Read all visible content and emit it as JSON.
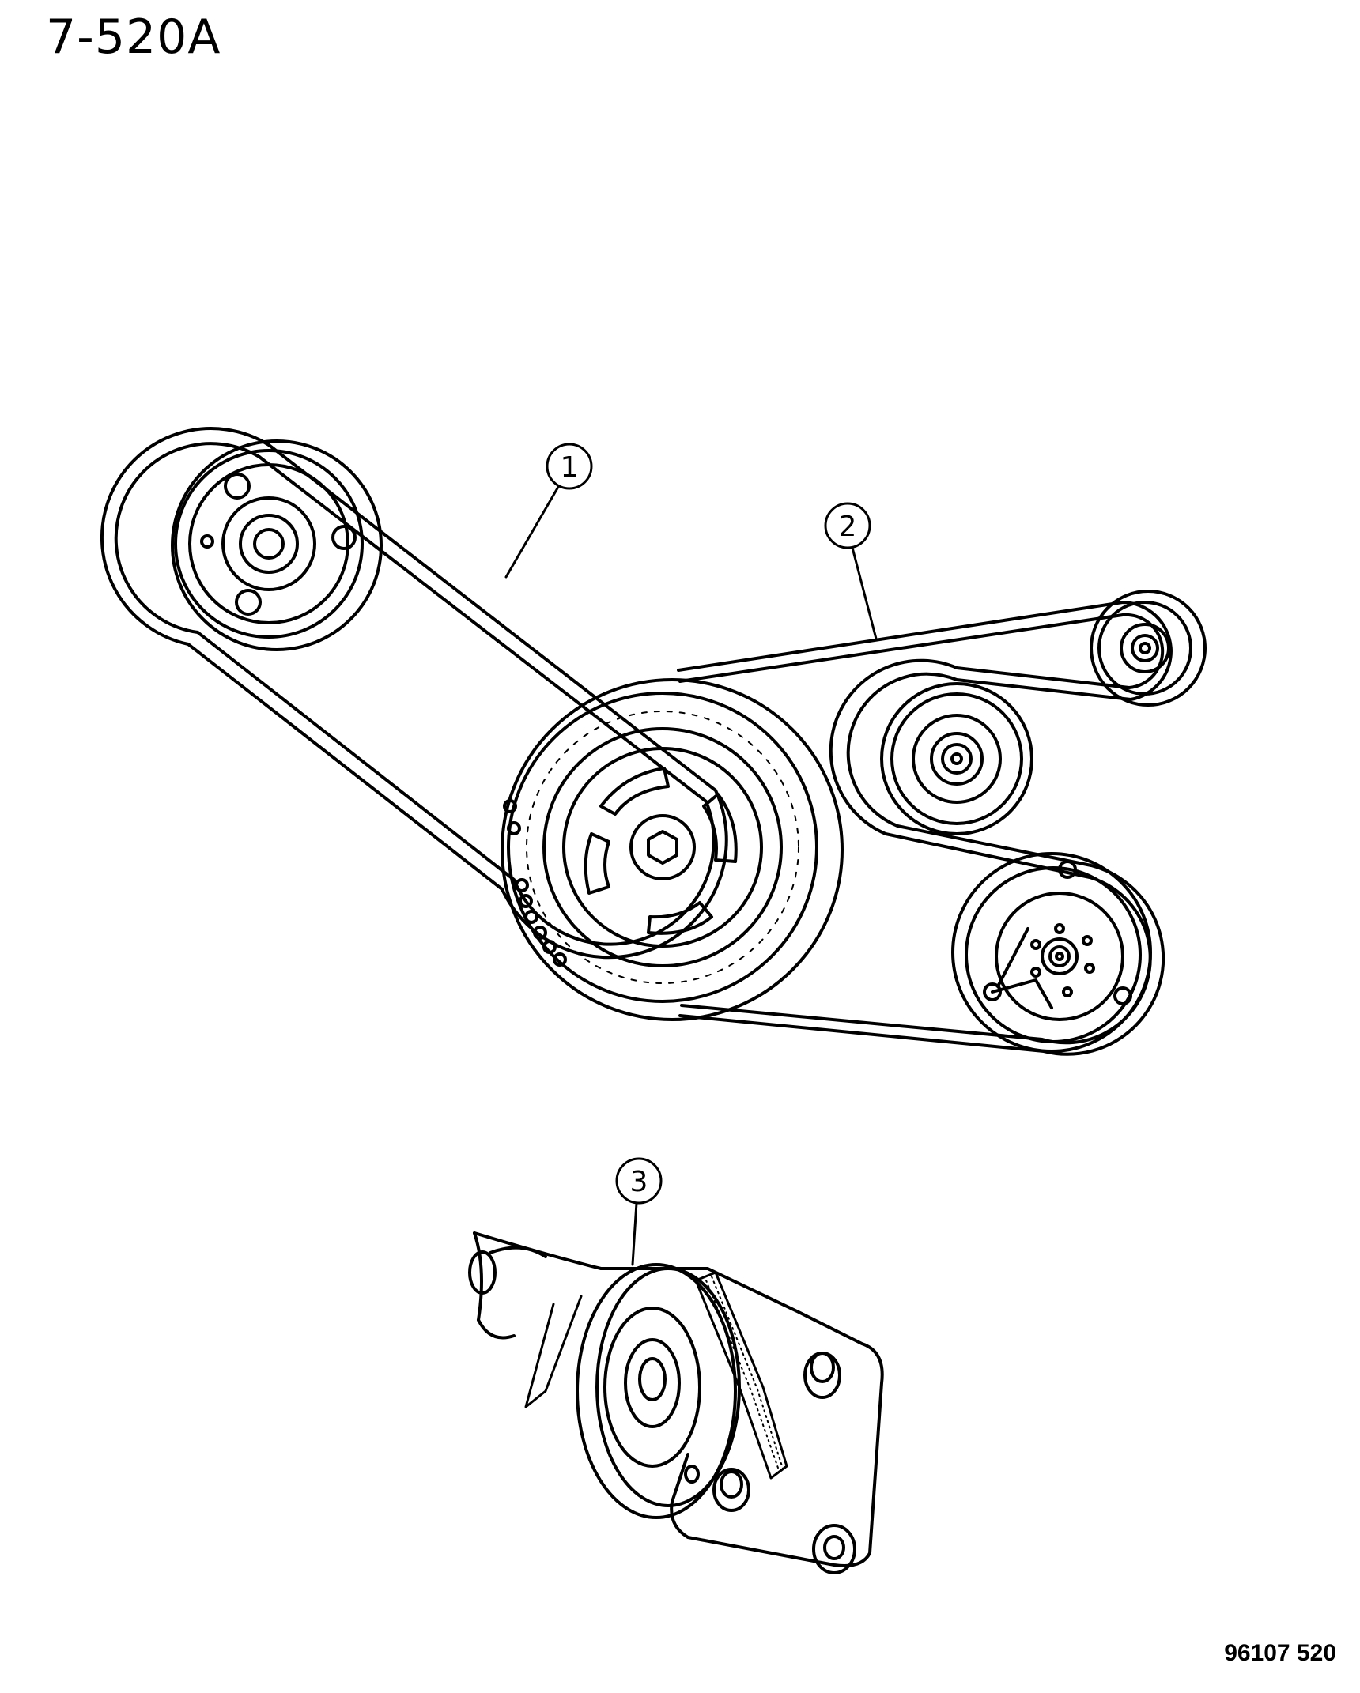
{
  "header": {
    "page_code": "7-520A"
  },
  "footer": {
    "illustration_number": "96107 520"
  },
  "callouts": [
    {
      "number": "1",
      "part": "belt-1"
    },
    {
      "number": "2",
      "part": "belt-2"
    },
    {
      "number": "3",
      "part": "belt-tensioner"
    }
  ]
}
